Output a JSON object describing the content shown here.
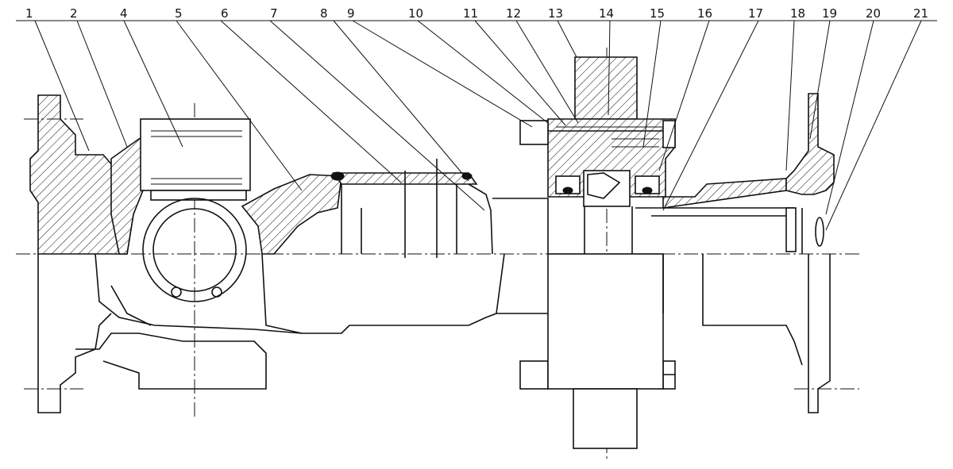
{
  "drawing": {
    "callouts": [
      "1",
      "2",
      "4",
      "5",
      "6",
      "7",
      "8",
      "9",
      "10",
      "11",
      "12",
      "13",
      "14",
      "15",
      "16",
      "17",
      "18",
      "19",
      "20",
      "21"
    ]
  },
  "colors": {
    "line": "#111111",
    "background": "#ffffff"
  }
}
